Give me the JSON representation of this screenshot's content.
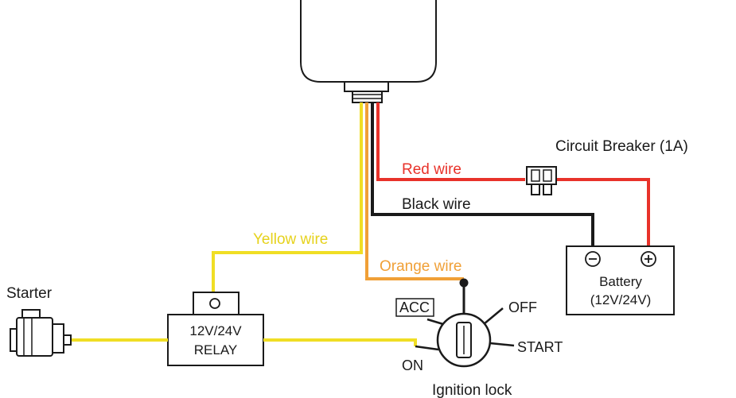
{
  "labels": {
    "circuit_breaker": "Circuit Breaker (1A)",
    "red_wire": "Red wire",
    "black_wire": "Black wire",
    "yellow_wire": "Yellow wire",
    "orange_wire": "Orange wire",
    "starter": "Starter",
    "ignition_lock": "Ignition lock"
  },
  "relay": {
    "line1": "12V/24V",
    "line2": "RELAY"
  },
  "battery": {
    "minus": "⊖",
    "plus": "⊕",
    "line1": "Battery",
    "line2": "(12V/24V)"
  },
  "ignition_positions": {
    "acc": "ACC",
    "off": "OFF",
    "start": "START",
    "on": "ON"
  },
  "colors": {
    "red": "#e8322a",
    "black": "#1a1a1a",
    "yellow": "#f0de24",
    "orange": "#f0a037"
  }
}
